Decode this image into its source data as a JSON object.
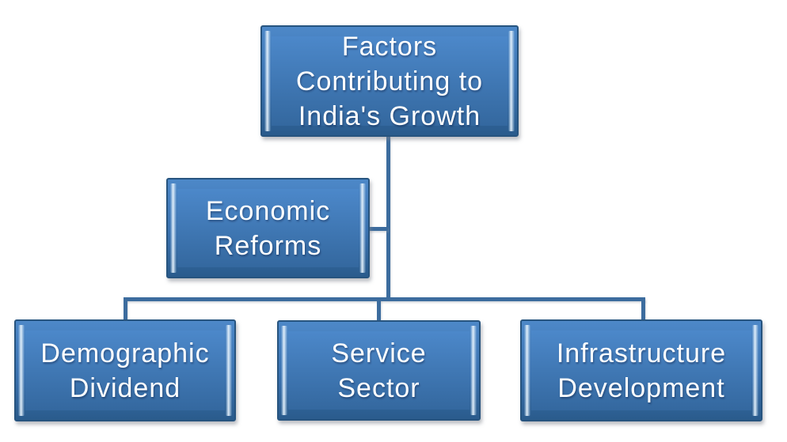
{
  "diagram": {
    "type": "hierarchy-chart",
    "nodes": {
      "root": {
        "label": "Factors Contributing to India's Growth",
        "level": 0
      },
      "economic": {
        "label": "Economic Reforms",
        "level": 1
      },
      "demographic": {
        "label": "Demographic Dividend",
        "level": 2
      },
      "service": {
        "label": "Service Sector",
        "level": 2
      },
      "infrastructure": {
        "label": "Infrastructure Development",
        "level": 2
      }
    },
    "structure": {
      "root_children": [
        "economic",
        "demographic",
        "service",
        "infrastructure"
      ]
    },
    "colors": {
      "node_fill_top": "#4D88C8",
      "node_fill_bottom": "#2A5B8C",
      "node_border": "#27547F",
      "node_highlight": "#E6F3FD",
      "node_text": "#FFFFFF",
      "connector": "#3C6C9E",
      "background": "#FFFFFF"
    }
  }
}
